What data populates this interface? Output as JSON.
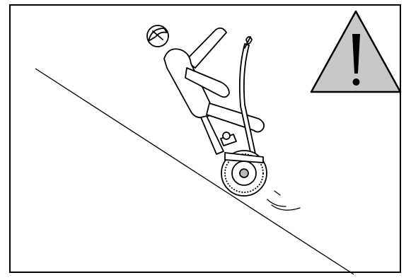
{
  "illustration": {
    "subject": "person-on-self-balancing-scooter-climbing-slope",
    "warning_symbol": "exclamation-mark"
  },
  "colors": {
    "line": "#000000",
    "warning_fill": "#c8c8c8",
    "background": "#ffffff"
  },
  "icons": [
    "warning-triangle-icon",
    "rider-figure",
    "scooter-wheel",
    "slope-line"
  ]
}
